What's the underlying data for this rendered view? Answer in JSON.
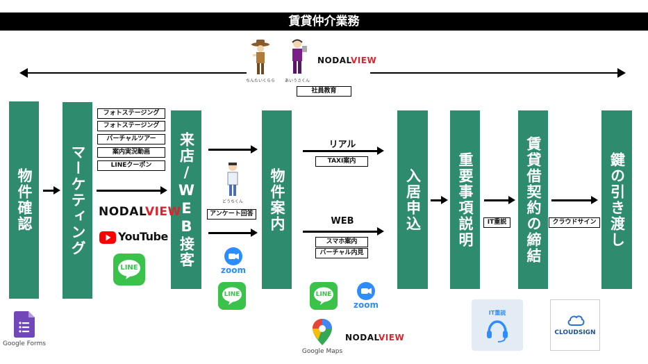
{
  "title": "賃貸仲介業務",
  "stages": {
    "s1": "物件確認",
    "s2": "マーケティング",
    "s3": "来店/WEB接客",
    "s4": "物件案内",
    "s5": "入居申込",
    "s6": "重要事項説明",
    "s7": "賃貸借契約の締結",
    "s8": "鍵の引き渡し"
  },
  "marketing_items": [
    "フォトステージング",
    "フォトステージング",
    "バーチャルツアー",
    "案内実況動画",
    "LINEクーポン"
  ],
  "labels": {
    "employee_training": "社員教育",
    "survey": "アンケート回答",
    "real": "リアル",
    "taxi": "TAXI案内",
    "web": "WEB",
    "smartphone": "スマホ案内",
    "virtual_preview": "バーチャル内見",
    "it_explanation": "IT重説",
    "cloud_sign": "クラウドサイン"
  },
  "logos": {
    "nodalview_prefix": "N",
    "nodalview_mid": "ODAL",
    "nodalview_suffix": "VIEW",
    "youtube": "YouTube",
    "line": "LINE",
    "zoom": "zoom",
    "google_forms": "Google Forms",
    "google_maps": "Google Maps",
    "cloudsign": "CLOUDSIGN",
    "it_badge": "IT重説"
  },
  "mascots": {
    "left_caption": "ちんたいくらら",
    "right_caption": "あいうさくん",
    "survey_caption": "どうちくん"
  },
  "colors": {
    "stage": "#2e8b6e",
    "line": "#3ac24a",
    "youtube": "#ff0000",
    "zoom": "#2d8cff",
    "forms": "#7248b9",
    "nodal_accent": "#d8262f"
  },
  "icons": [
    "google-forms-icon",
    "youtube-icon",
    "line-icon",
    "zoom-icon",
    "map-pin-icon",
    "headset-icon",
    "cloud-icon"
  ]
}
